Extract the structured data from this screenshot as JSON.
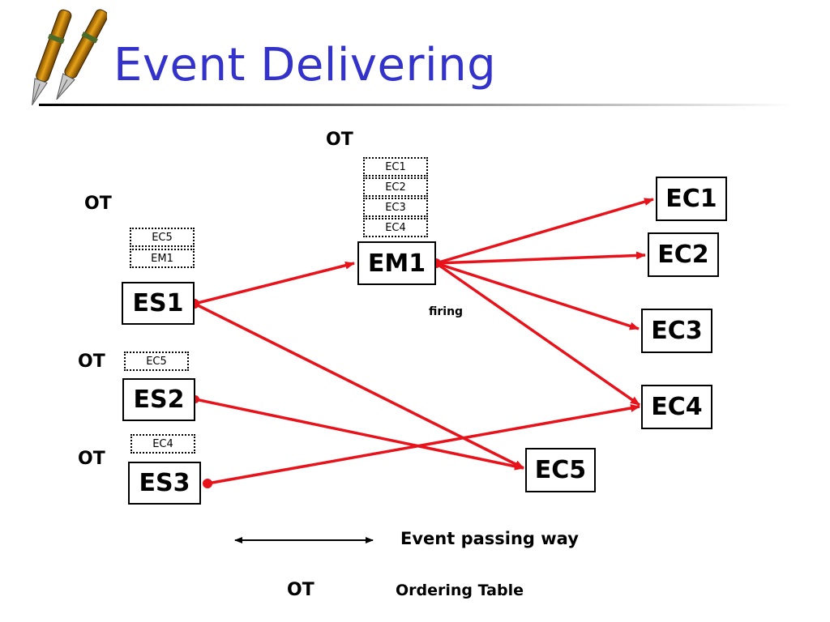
{
  "slide": {
    "title": "Event Delivering",
    "title_color": "#3333cc"
  },
  "decoration": {
    "icon": "fountain-pens-icon"
  },
  "diagram": {
    "arrow_color": "#e8121b",
    "nodes": {
      "es1": "ES1",
      "es2": "ES2",
      "es3": "ES3",
      "em1": "EM1",
      "ec1": "EC1",
      "ec2": "EC2",
      "ec3": "EC3",
      "ec4": "EC4",
      "ec5": "EC5"
    },
    "ordering_tables": {
      "em1": {
        "label": "OT",
        "entries": [
          "EC1",
          "EC2",
          "EC3",
          "EC4"
        ]
      },
      "es1": {
        "label": "OT",
        "entries": [
          "EC5",
          "EM1"
        ]
      },
      "es2": {
        "label": "OT",
        "entries": [
          "EC5"
        ]
      },
      "es3": {
        "label": "OT",
        "entries": [
          "EC4"
        ]
      }
    },
    "firing_label": "firing",
    "connections": [
      {
        "from": "ES1",
        "to": "EM1"
      },
      {
        "from": "ES1",
        "to": "EC5"
      },
      {
        "from": "EM1",
        "to": "EC1"
      },
      {
        "from": "EM1",
        "to": "EC2"
      },
      {
        "from": "EM1",
        "to": "EC3"
      },
      {
        "from": "EM1",
        "to": "EC4"
      },
      {
        "from": "ES2",
        "to": "EC5"
      },
      {
        "from": "ES3",
        "to": "EC4"
      }
    ]
  },
  "legend": {
    "arrow_text": "Event passing way",
    "ot_abbrev": "OT",
    "ot_meaning": "Ordering Table"
  }
}
